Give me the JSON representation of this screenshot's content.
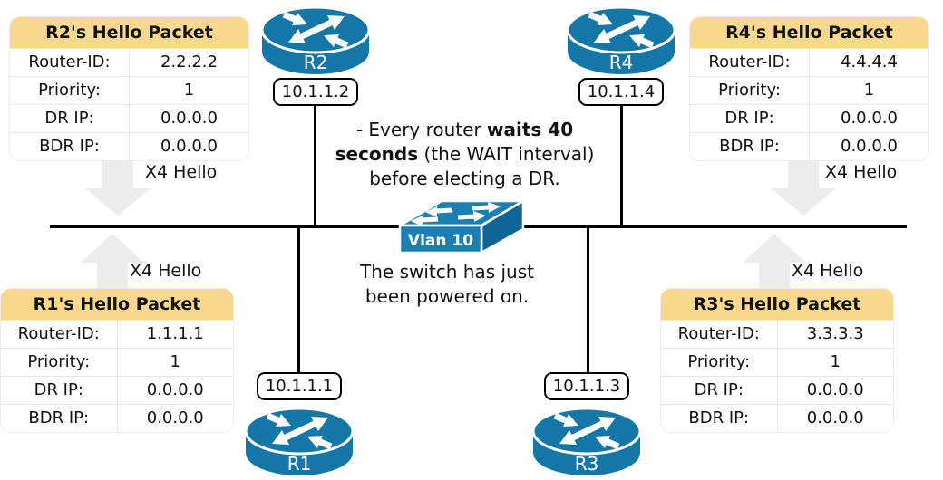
{
  "colors": {
    "table_header_yellow": "#F8D88C",
    "table_border_gray": "#e7e7e7",
    "router_blue": "#1577A8",
    "switch_blue": "#1C7FB2",
    "switch_side_blue": "#0F6598",
    "hello_arrow_gray": "#ECECEC",
    "line_black": "#000000"
  },
  "labels": {
    "hello": "X4 Hello"
  },
  "notes": {
    "wait": {
      "l1a": "- Every router ",
      "l1b": "waits 40",
      "l2a": "seconds",
      "l2b": " (the WAIT interval)",
      "l3": "before electing a DR."
    },
    "switch_state": {
      "l1": "The switch has just",
      "l2": "been powered on."
    }
  },
  "switch": {
    "label": "Vlan 10"
  },
  "routers": {
    "r1": {
      "name": "R1",
      "ip": "10.1.1.1"
    },
    "r2": {
      "name": "R2",
      "ip": "10.1.1.2"
    },
    "r3": {
      "name": "R3",
      "ip": "10.1.1.3"
    },
    "r4": {
      "name": "R4",
      "ip": "10.1.1.4"
    }
  },
  "tables": {
    "r2": {
      "title": "R2's Hello Packet",
      "rows": [
        {
          "label": "Router-ID:",
          "value": "2.2.2.2"
        },
        {
          "label": "Priority:",
          "value": "1"
        },
        {
          "label": "DR IP:",
          "value": "0.0.0.0"
        },
        {
          "label": "BDR IP:",
          "value": "0.0.0.0"
        }
      ]
    },
    "r4": {
      "title": "R4's Hello Packet",
      "rows": [
        {
          "label": "Router-ID:",
          "value": "4.4.4.4"
        },
        {
          "label": "Priority:",
          "value": "1"
        },
        {
          "label": "DR IP:",
          "value": "0.0.0.0"
        },
        {
          "label": "BDR IP:",
          "value": "0.0.0.0"
        }
      ]
    },
    "r1": {
      "title": "R1's Hello Packet",
      "rows": [
        {
          "label": "Router-ID:",
          "value": "1.1.1.1"
        },
        {
          "label": "Priority:",
          "value": "1"
        },
        {
          "label": "DR IP:",
          "value": "0.0.0.0"
        },
        {
          "label": "BDR IP:",
          "value": "0.0.0.0"
        }
      ]
    },
    "r3": {
      "title": "R3's Hello Packet",
      "rows": [
        {
          "label": "Router-ID:",
          "value": "3.3.3.3"
        },
        {
          "label": "Priority:",
          "value": "1"
        },
        {
          "label": "DR IP:",
          "value": "0.0.0.0"
        },
        {
          "label": "BDR IP:",
          "value": "0.0.0.0"
        }
      ]
    }
  },
  "icons": {
    "router": "cisco-router",
    "switch": "cisco-switch",
    "hello_arrow": "block-arrow"
  }
}
